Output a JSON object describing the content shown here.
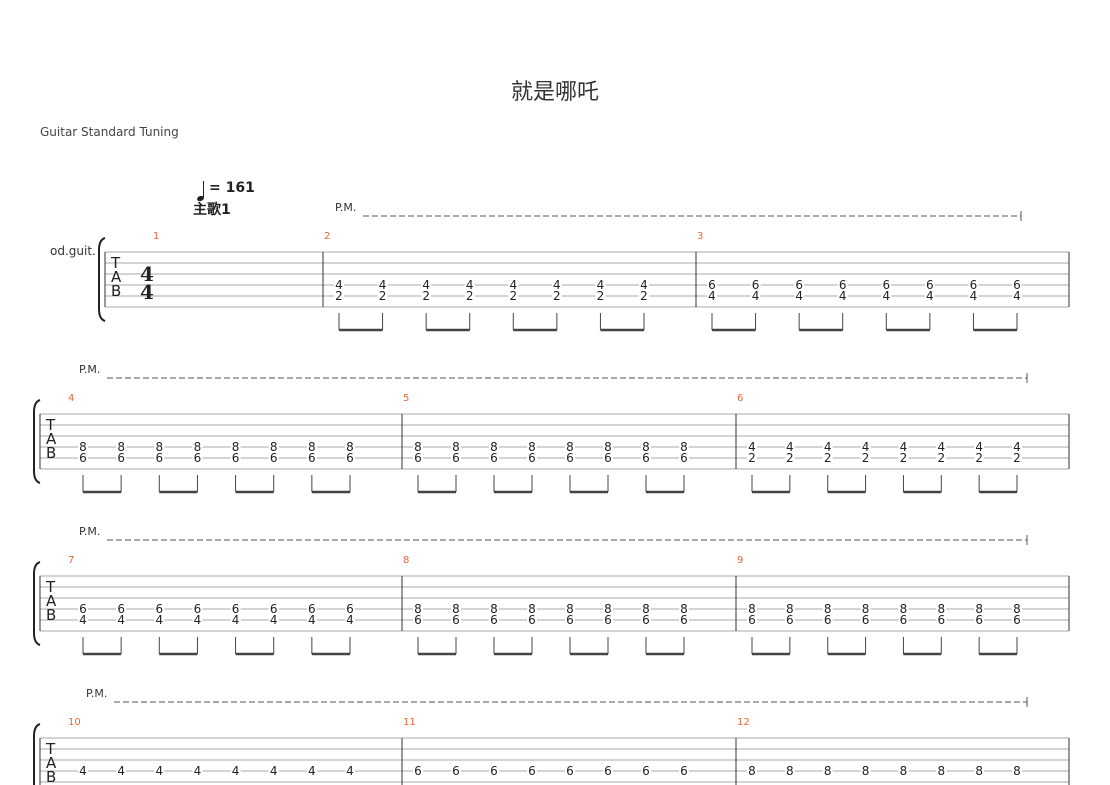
{
  "title": "就是哪吒",
  "tuning": "Guitar Standard Tuning",
  "tempo": "= 161",
  "section": "主歌1",
  "instrument": "od.guit.",
  "time_signature": {
    "top": "4",
    "bottom": "4"
  },
  "tab_letters": [
    "T",
    "A",
    "B"
  ],
  "pm_label": "P.M.",
  "colors": {
    "measure_number": "#e8673a",
    "staff_line": "#aaaaaa"
  },
  "systems": [
    {
      "measures": [
        {
          "number": "1",
          "notes": []
        },
        {
          "number": "2",
          "notes": [
            [
              "4",
              "2"
            ],
            [
              "4",
              "2"
            ],
            [
              "4",
              "2"
            ],
            [
              "4",
              "2"
            ],
            [
              "4",
              "2"
            ],
            [
              "4",
              "2"
            ],
            [
              "4",
              "2"
            ],
            [
              "4",
              "2"
            ]
          ]
        },
        {
          "number": "3",
          "notes": [
            [
              "6",
              "4"
            ],
            [
              "6",
              "4"
            ],
            [
              "6",
              "4"
            ],
            [
              "6",
              "4"
            ],
            [
              "6",
              "4"
            ],
            [
              "6",
              "4"
            ],
            [
              "6",
              "4"
            ],
            [
              "6",
              "4"
            ]
          ]
        }
      ]
    },
    {
      "measures": [
        {
          "number": "4",
          "notes": [
            [
              "8",
              "6"
            ],
            [
              "8",
              "6"
            ],
            [
              "8",
              "6"
            ],
            [
              "8",
              "6"
            ],
            [
              "8",
              "6"
            ],
            [
              "8",
              "6"
            ],
            [
              "8",
              "6"
            ],
            [
              "8",
              "6"
            ]
          ]
        },
        {
          "number": "5",
          "notes": [
            [
              "8",
              "6"
            ],
            [
              "8",
              "6"
            ],
            [
              "8",
              "6"
            ],
            [
              "8",
              "6"
            ],
            [
              "8",
              "6"
            ],
            [
              "8",
              "6"
            ],
            [
              "8",
              "6"
            ],
            [
              "8",
              "6"
            ]
          ]
        },
        {
          "number": "6",
          "notes": [
            [
              "4",
              "2"
            ],
            [
              "4",
              "2"
            ],
            [
              "4",
              "2"
            ],
            [
              "4",
              "2"
            ],
            [
              "4",
              "2"
            ],
            [
              "4",
              "2"
            ],
            [
              "4",
              "2"
            ],
            [
              "4",
              "2"
            ]
          ]
        }
      ]
    },
    {
      "measures": [
        {
          "number": "7",
          "notes": [
            [
              "6",
              "4"
            ],
            [
              "6",
              "4"
            ],
            [
              "6",
              "4"
            ],
            [
              "6",
              "4"
            ],
            [
              "6",
              "4"
            ],
            [
              "6",
              "4"
            ],
            [
              "6",
              "4"
            ],
            [
              "6",
              "4"
            ]
          ]
        },
        {
          "number": "8",
          "notes": [
            [
              "8",
              "6"
            ],
            [
              "8",
              "6"
            ],
            [
              "8",
              "6"
            ],
            [
              "8",
              "6"
            ],
            [
              "8",
              "6"
            ],
            [
              "8",
              "6"
            ],
            [
              "8",
              "6"
            ],
            [
              "8",
              "6"
            ]
          ]
        },
        {
          "number": "9",
          "notes": [
            [
              "8",
              "6"
            ],
            [
              "8",
              "6"
            ],
            [
              "8",
              "6"
            ],
            [
              "8",
              "6"
            ],
            [
              "8",
              "6"
            ],
            [
              "8",
              "6"
            ],
            [
              "8",
              "6"
            ],
            [
              "8",
              "6"
            ]
          ]
        }
      ]
    },
    {
      "measures": [
        {
          "number": "10",
          "notes": [
            [
              "4"
            ],
            [
              "4"
            ],
            [
              "4"
            ],
            [
              "4"
            ],
            [
              "4"
            ],
            [
              "4"
            ],
            [
              "4"
            ],
            [
              "4"
            ]
          ]
        },
        {
          "number": "11",
          "notes": [
            [
              "6"
            ],
            [
              "6"
            ],
            [
              "6"
            ],
            [
              "6"
            ],
            [
              "6"
            ],
            [
              "6"
            ],
            [
              "6"
            ],
            [
              "6"
            ]
          ]
        },
        {
          "number": "12",
          "notes": [
            [
              "8"
            ],
            [
              "8"
            ],
            [
              "8"
            ],
            [
              "8"
            ],
            [
              "8"
            ],
            [
              "8"
            ],
            [
              "8"
            ],
            [
              "8"
            ]
          ]
        }
      ]
    }
  ]
}
